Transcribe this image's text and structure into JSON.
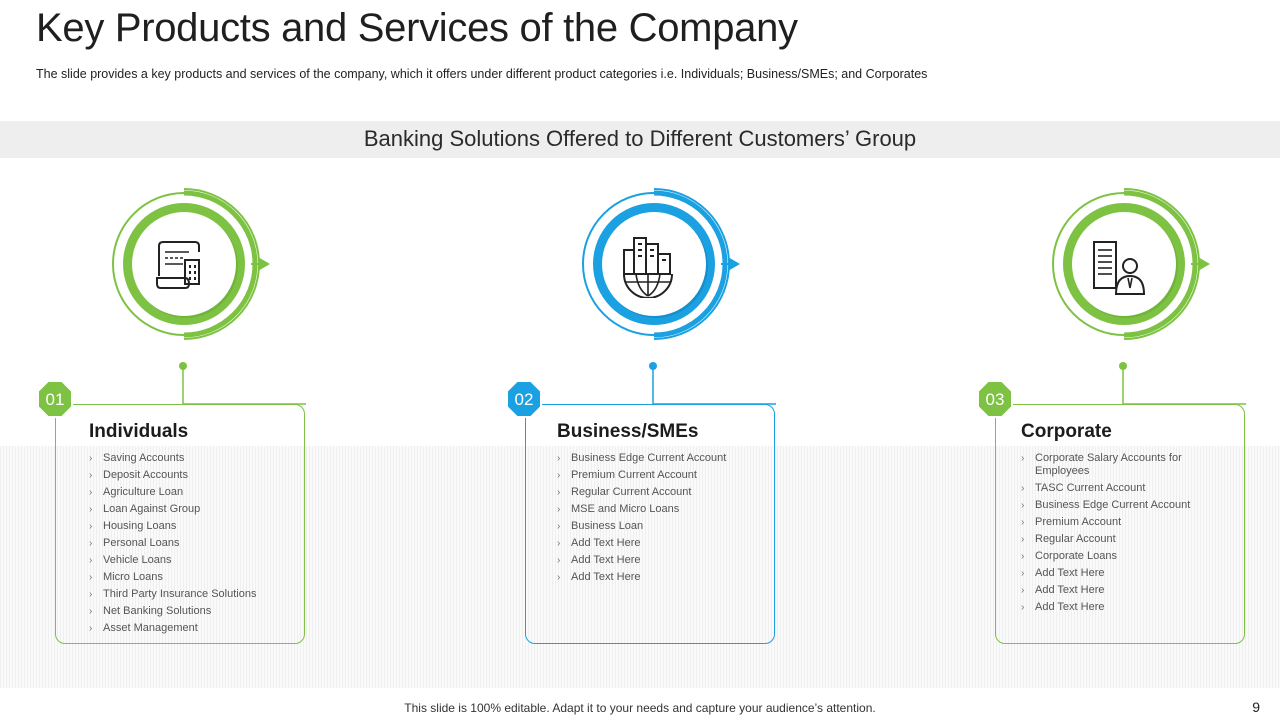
{
  "header": {
    "title": "Key Products and Services of the Company",
    "subtitle": "The slide provides a key products and services of the company, which it offers under different product categories i.e. Individuals; Business/SMEs; and Corporates"
  },
  "banner": {
    "label": "Banking Solutions Offered to Different Customers’ Group"
  },
  "colors": {
    "green": "#7dc242",
    "blue": "#1ba1e2"
  },
  "columns": [
    {
      "number": "01",
      "title": "Individuals",
      "icon": "document-building-icon",
      "color": "#7dc242",
      "items": [
        "Saving Accounts",
        "Deposit Accounts",
        "Agriculture Loan",
        "Loan Against Group",
        "Housing Loans",
        "Personal Loans",
        "Vehicle Loans",
        "Micro Loans",
        "Third Party Insurance Solutions",
        "Net Banking Solutions",
        "Asset Management"
      ]
    },
    {
      "number": "02",
      "title": "Business/SMEs",
      "icon": "city-globe-icon",
      "color": "#1ba1e2",
      "items": [
        "Business Edge Current Account",
        "Premium Current Account",
        "Regular Current Account",
        "MSE and Micro Loans",
        "Business Loan",
        "Add Text Here",
        "Add Text Here",
        "Add Text Here"
      ]
    },
    {
      "number": "03",
      "title": "Corporate",
      "icon": "building-businessman-icon",
      "color": "#7dc242",
      "items": [
        "Corporate Salary Accounts for Employees",
        "TASC Current Account",
        "Business Edge Current Account",
        "Premium Account",
        "Regular Account",
        "Corporate Loans",
        "Add Text Here",
        "Add Text Here",
        "Add Text Here"
      ]
    }
  ],
  "footer": {
    "note": "This slide is 100% editable. Adapt it to your needs and capture your audience’s attention.",
    "page_number": "9"
  }
}
